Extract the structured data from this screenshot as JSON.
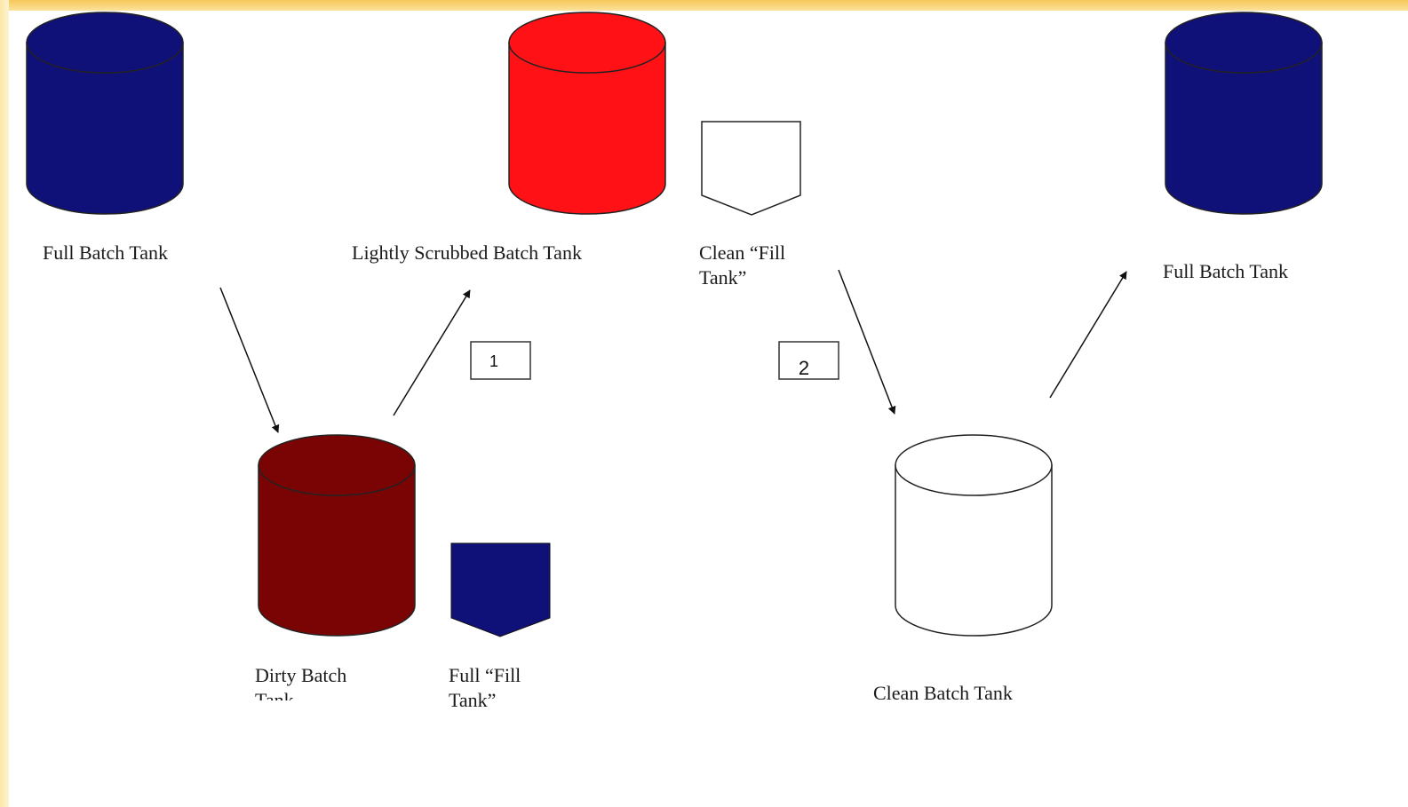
{
  "diagram": {
    "colors": {
      "navy": "#0f1178",
      "red": "#ff1116",
      "maroon": "#7a0404",
      "white": "#ffffff",
      "stroke": "#222222",
      "frame": "#f7c85a"
    },
    "tanks": [
      {
        "label": "Full Batch Tank",
        "fill": "navy"
      },
      {
        "label": "Lightly Scrubbed Batch Tank",
        "fill": "red"
      },
      {
        "label": "Full Batch Tank",
        "fill": "navy"
      },
      {
        "label": "Dirty Batch Tank",
        "fill": "maroon"
      },
      {
        "label": "Clean Batch Tank",
        "fill": "white"
      }
    ],
    "fill_tanks": [
      {
        "label_line1": "Clean “Fill",
        "label_line2": "Tank”",
        "fill": "white"
      },
      {
        "label_line1": "Full “Fill",
        "label_line2": "Tank”",
        "fill": "navy"
      }
    ],
    "steps": [
      {
        "number": "1"
      },
      {
        "number": "2"
      }
    ]
  }
}
